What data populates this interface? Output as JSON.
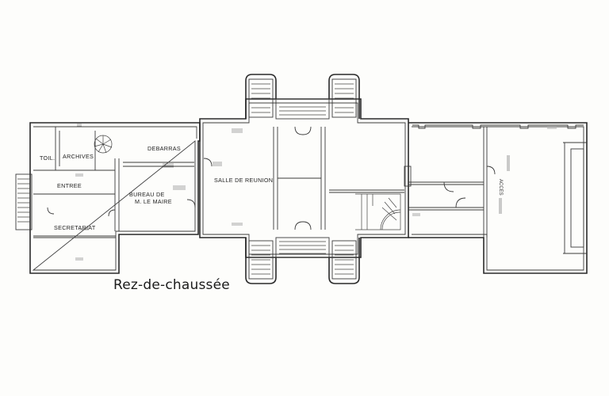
{
  "caption": "Rez-de-chaussée",
  "rooms": {
    "toilettes": "TOIL.",
    "archives": "ARCHIVES",
    "entree": "ENTREE",
    "debarras": "DEBARRAS",
    "bureau_line1": "BUREAU DE",
    "bureau_line2": "M. LE MAIRE",
    "salle_reunion": "SALLE DE REUNION",
    "secretariat": "SECRETARIAT",
    "east_room": "ACCES"
  },
  "colors": {
    "ink": "#2a2a2a",
    "paper": "#fdfdfb"
  }
}
